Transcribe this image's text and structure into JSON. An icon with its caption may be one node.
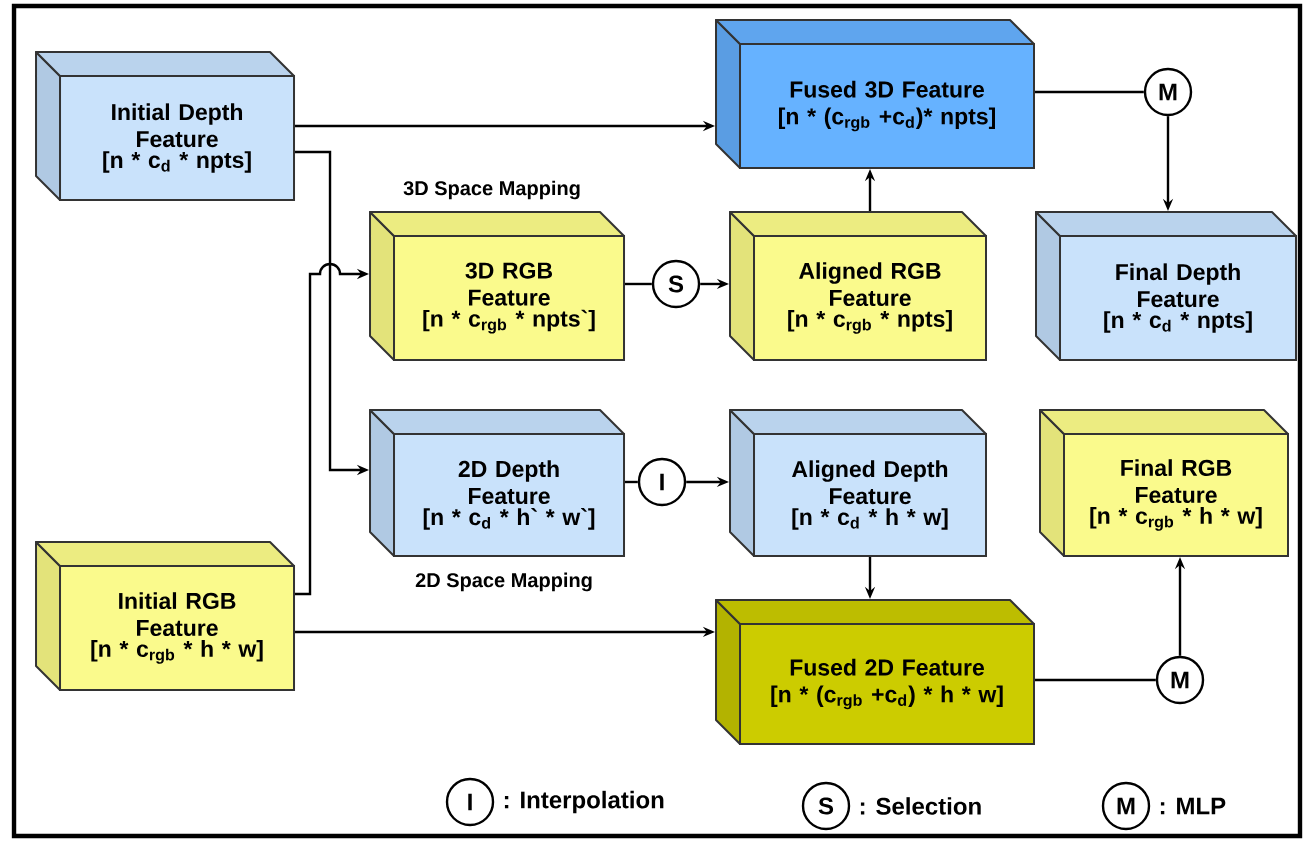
{
  "diagram": {
    "nodes": [
      {
        "text": [
          "Initial Depth Feature",
          "[n * c$_{d}$ * npts]"
        ]
      },
      {
        "text": [
          "Fused 3D Feature",
          "[n * (c$_{rgb}$ +c$_{d}$)* npts]"
        ]
      },
      {
        "text": [
          "M"
        ]
      },
      {
        "text": [
          "3D RGB Feature",
          "[n * c$_{rgb}$ * npts`]"
        ]
      },
      {
        "text": [
          "S"
        ]
      },
      {
        "text": [
          "Aligned RGB Feature",
          "[n * c$_{rgb}$ * npts]"
        ]
      },
      {
        "text": [
          "Final Depth Feature",
          "[n * c$_{d}$ * npts]"
        ]
      },
      {
        "text": [
          "2D Depth Feature",
          "[n * c$_{d}$ * h` * w`]"
        ]
      },
      {
        "text": [
          "I"
        ]
      },
      {
        "text": [
          "Aligned Depth Feature",
          "[n * c$_{d}$ * h * w]"
        ]
      },
      {
        "text": [
          "Final RGB Feature",
          "[n * c$_{rgb}$ * h * w]"
        ]
      },
      {
        "text": [
          "Initial RGB Feature",
          "[n * c$_{rgb}$ * h * w]"
        ]
      },
      {
        "text": [
          "Fused 2D Feature",
          "[n * (c$_{rgb}$ +c$_{d}$) * h * w]"
        ]
      },
      {
        "text": [
          "M"
        ]
      },
      {
        "text": [
          "I"
        ],
        "beside": [
          ": Interpolation"
        ]
      },
      {
        "text": [
          "S"
        ],
        "beside": [
          ": Selection"
        ]
      },
      {
        "text": [
          "M"
        ],
        "beside": [
          ": MLP"
        ]
      }
    ],
    "edges": [
      {
        "from": 0,
        "to": 1,
        "arrow": "to"
      },
      {
        "from": 0,
        "to": 7,
        "arrow": "to"
      },
      {
        "from": 11,
        "to": 3,
        "arrow": "to"
      },
      {
        "from": 11,
        "to": 12,
        "arrow": "to"
      },
      {
        "from": 3,
        "to": 4,
        "arrow": "none"
      },
      {
        "from": 4,
        "to": 5,
        "arrow": "to"
      },
      {
        "from": 5,
        "to": 1,
        "arrow": "to"
      },
      {
        "from": 1,
        "to": 2,
        "arrow": "none"
      },
      {
        "from": 2,
        "to": 6,
        "arrow": "to"
      },
      {
        "from": 7,
        "to": 8,
        "arrow": "none"
      },
      {
        "from": 8,
        "to": 9,
        "arrow": "to"
      },
      {
        "from": 9,
        "to": 12,
        "arrow": "to"
      },
      {
        "from": 12,
        "to": 13,
        "arrow": "none"
      },
      {
        "from": 13,
        "to": 10,
        "arrow": "to"
      }
    ],
    "labels": [
      "3D Space Mapping",
      "2D Space Mapping"
    ]
  }
}
